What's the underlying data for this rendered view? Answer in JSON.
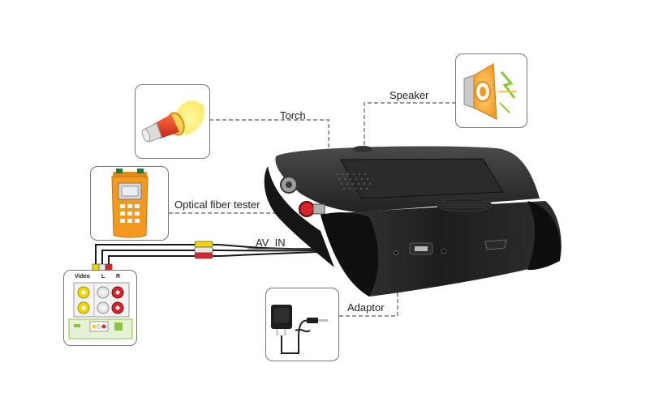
{
  "callouts": {
    "torch": "Torch",
    "speaker": "Speaker",
    "optical": "Optical fiber tester",
    "av_in": "AV  IN",
    "adaptor": "Adaptor"
  },
  "av_panel": {
    "video": "Video",
    "left": "L",
    "right": "R"
  },
  "colors": {
    "connector_line": "#9a9a9a",
    "device_body": "#1b1b1b",
    "rca_yellow": "#f1d600",
    "rca_red": "#d8232a",
    "rca_white": "#e8e8e8",
    "tester_orange": "#f39a1e",
    "torch_glow": "#ffe95c",
    "speaker_accent": "#8bc63f"
  },
  "icons": [
    "torch-icon",
    "speaker-icon",
    "optical-fiber-tester-icon",
    "av-panel-icon",
    "power-adaptor-icon",
    "monitor-device-icon"
  ]
}
